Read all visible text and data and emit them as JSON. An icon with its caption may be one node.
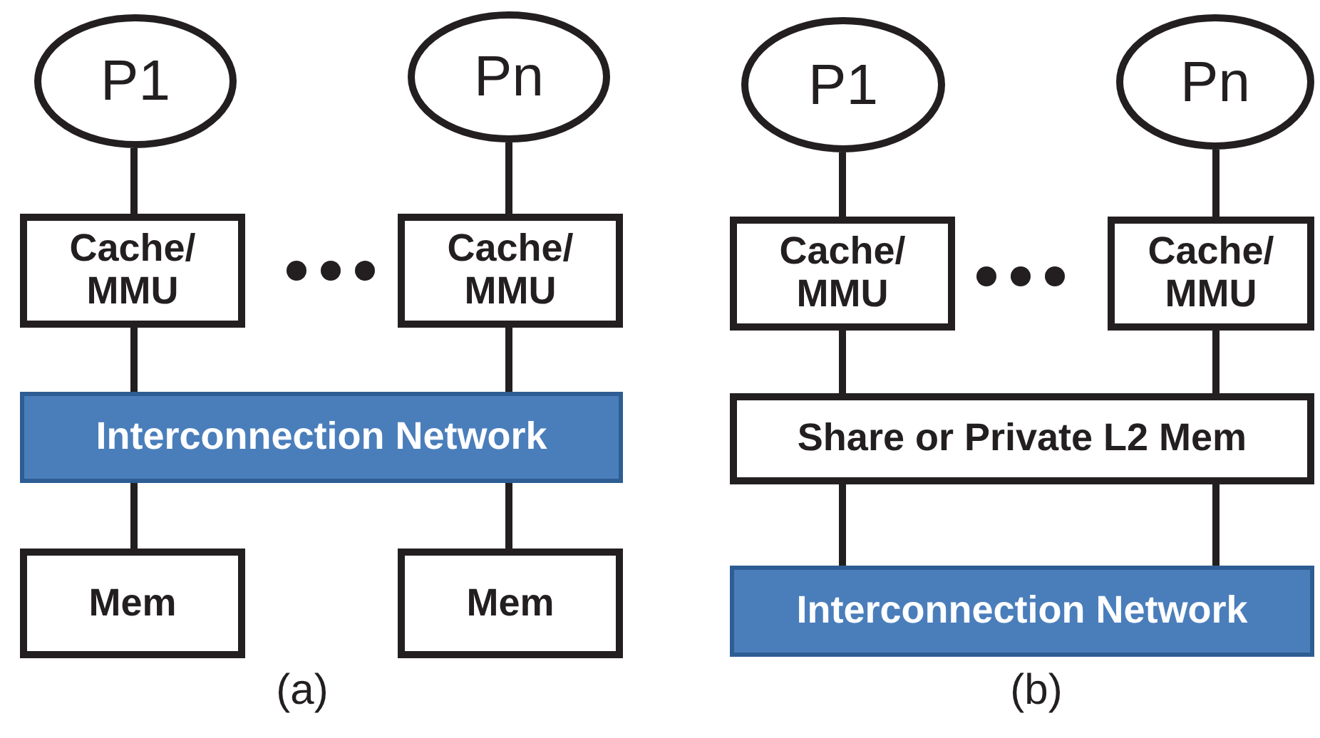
{
  "diagram": {
    "nodes": [
      {
        "text": [
          "P1"
        ]
      },
      {
        "text": [
          "Pn"
        ]
      },
      {
        "text": [
          "Cache/ MMU"
        ]
      },
      {
        "text": [
          "Cache/ MMU"
        ]
      },
      {
        "text": [
          "Interconnection Network"
        ]
      },
      {
        "text": [
          "Mem"
        ]
      },
      {
        "text": [
          "Mem"
        ]
      },
      {
        "text": [
          "P1"
        ]
      },
      {
        "text": [
          "Pn"
        ]
      },
      {
        "text": [
          "Cache/ MMU"
        ]
      },
      {
        "text": [
          "Cache/ MMU"
        ]
      },
      {
        "text": [
          "Share or Private L2 Mem"
        ]
      },
      {
        "text": [
          "Interconnection Network"
        ]
      }
    ],
    "edges": [
      {
        "from": 0,
        "to": 2,
        "arrow": "none"
      },
      {
        "from": 1,
        "to": 3,
        "arrow": "none"
      },
      {
        "from": 2,
        "to": 4,
        "arrow": "none"
      },
      {
        "from": 3,
        "to": 4,
        "arrow": "none"
      },
      {
        "from": 4,
        "to": 5,
        "arrow": "none"
      },
      {
        "from": 4,
        "to": 6,
        "arrow": "none"
      },
      {
        "from": 7,
        "to": 9,
        "arrow": "none"
      },
      {
        "from": 8,
        "to": 10,
        "arrow": "none"
      },
      {
        "from": 9,
        "to": 11,
        "arrow": "none"
      },
      {
        "from": 10,
        "to": 11,
        "arrow": "none"
      },
      {
        "from": 11,
        "to": 12,
        "arrow": "none"
      },
      {
        "from": 11,
        "to": 12,
        "arrow": "none"
      }
    ],
    "labels": [
      "(a)",
      "(b)"
    ]
  }
}
